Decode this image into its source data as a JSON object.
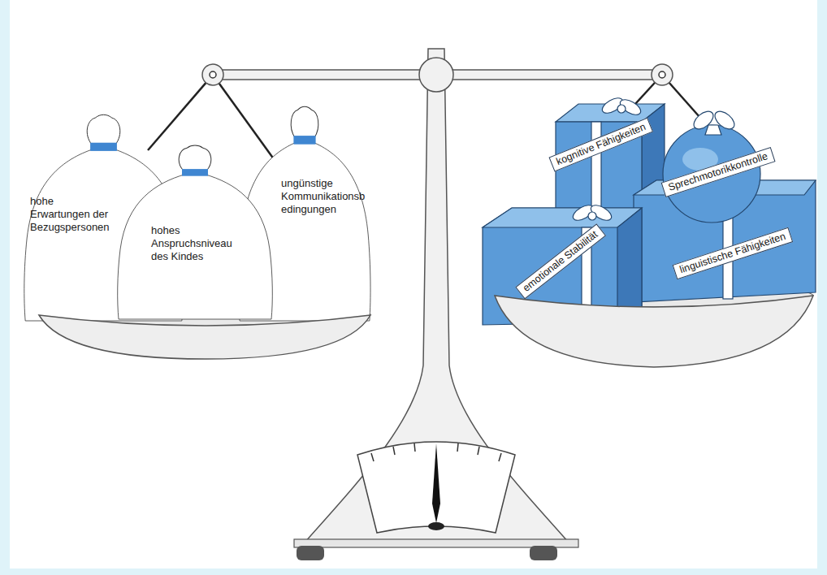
{
  "diagram": {
    "nodes": [
      {
        "text": [
          "hohe Erwartungen der Bezugspersonen"
        ]
      },
      {
        "text": [
          "hohes Anspruchsniveau des Kindes"
        ]
      },
      {
        "text": [
          "ungünstige Kommunikationsbedingungen"
        ]
      },
      {
        "text": [
          "kognitive Fähigkeiten"
        ]
      },
      {
        "text": [
          "Sprechmotorikkontrolle"
        ]
      },
      {
        "text": [
          "emotionale Stabilität"
        ]
      },
      {
        "text": [
          "linguistische Fähigkeiten"
        ]
      }
    ]
  }
}
